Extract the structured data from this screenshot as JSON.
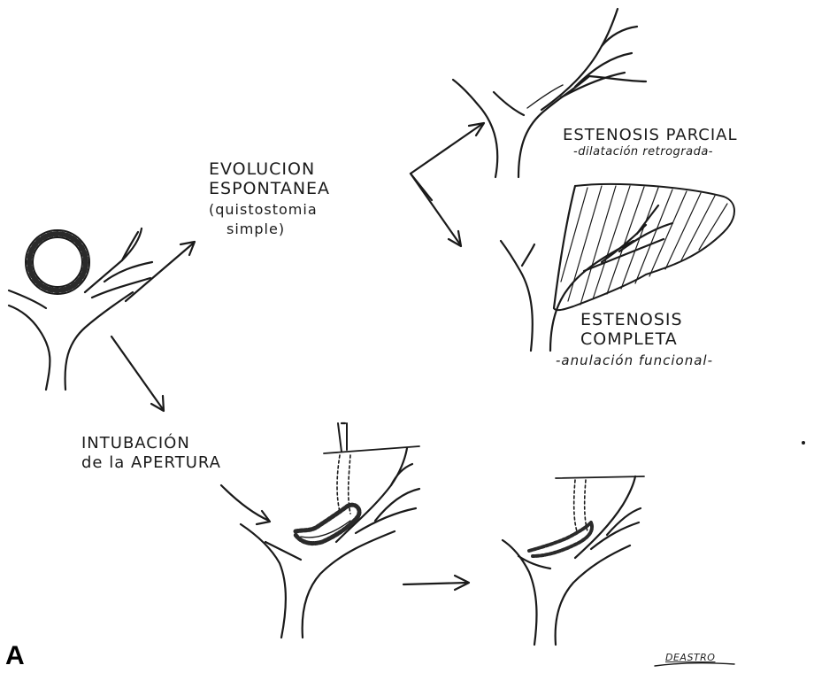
{
  "labels": {
    "evolucion_line1": "EVOLUCION",
    "evolucion_line2": "ESPONTANEA",
    "evolucion_line3": "(quistostomia",
    "evolucion_line4": "simple)",
    "parcial_title": "ESTENOSIS PARCIAL",
    "parcial_sub": "-dilatación retrograda-",
    "completa_line1": "ESTENOSIS",
    "completa_line2": "COMPLETA",
    "completa_sub": "-anulación funcional-",
    "intubacion_line1": "INTUBACIÓN",
    "intubacion_line2": "de la APERTURA"
  },
  "panel_letter": "A",
  "signature": "DEASTRO",
  "colors": {
    "ink": "#1a1a1a",
    "background": "#ffffff"
  }
}
